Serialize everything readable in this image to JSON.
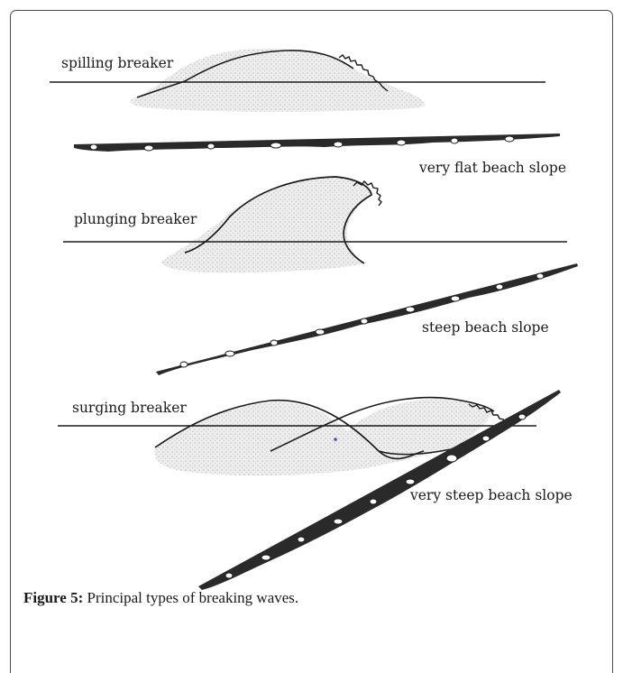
{
  "labels": {
    "spilling": "spilling breaker",
    "very_flat": "very flat beach slope",
    "plunging": "plunging breaker",
    "steep": "steep beach slope",
    "surging": "surging breaker",
    "very_steep": "very steep beach slope"
  },
  "caption": {
    "prefix": "Figure 5:",
    "text": " Principal types of breaking waves."
  }
}
